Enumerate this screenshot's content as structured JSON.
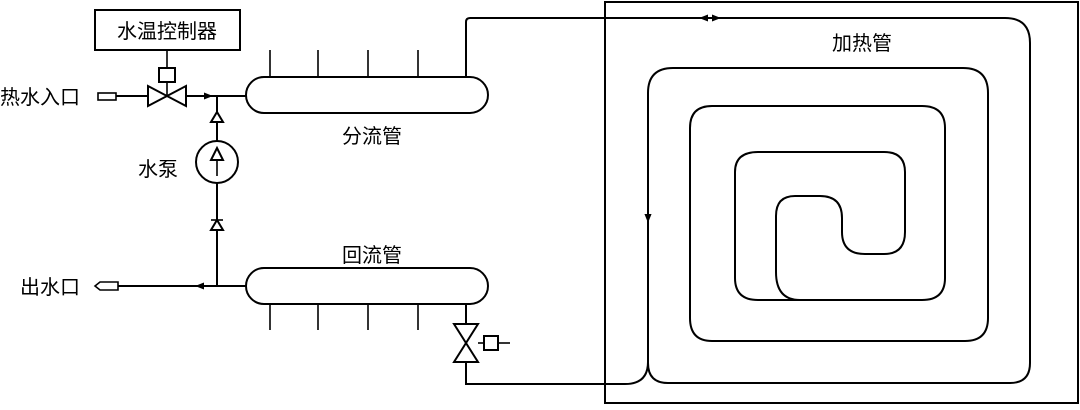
{
  "labels": {
    "controller": "水温控制器",
    "hot_water_inlet": "热水入口",
    "pump": "水泵",
    "distributor": "分流管",
    "collector": "回流管",
    "water_outlet": "出水口",
    "heating_pipe": "加热管"
  },
  "colors": {
    "line": "#000000",
    "background": "#ffffff"
  }
}
